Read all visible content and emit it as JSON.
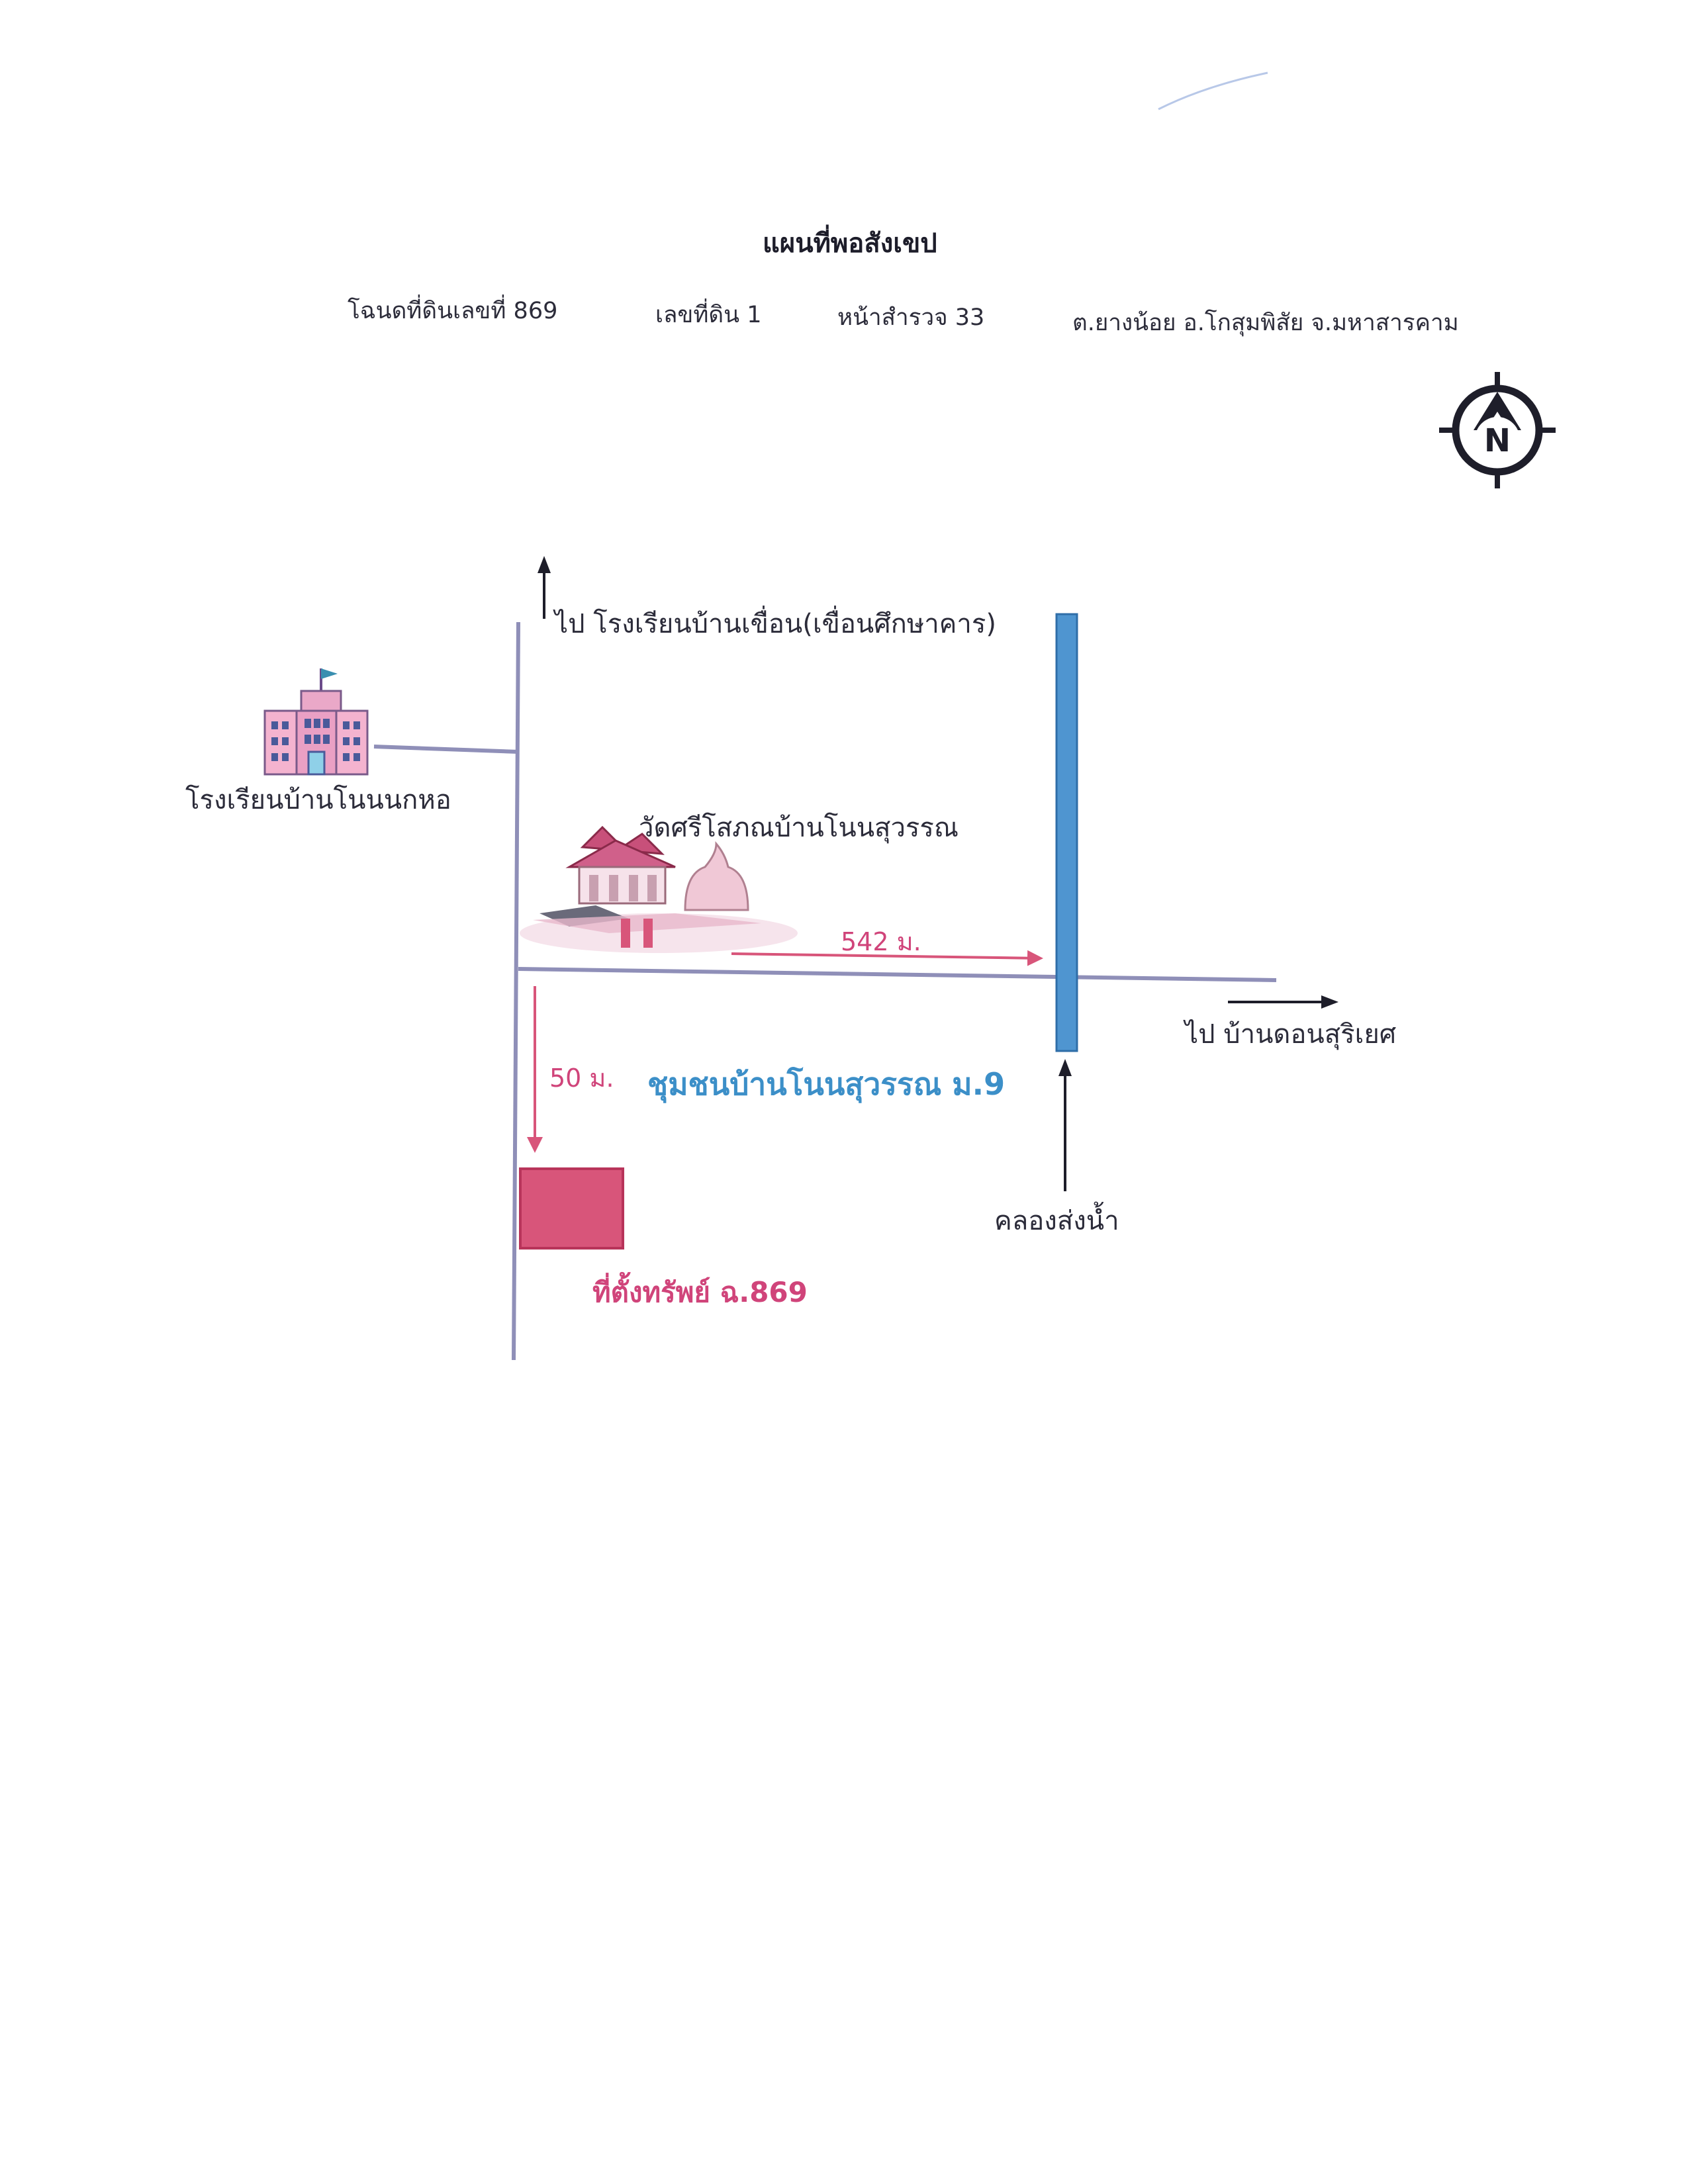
{
  "header": {
    "title": "แผนที่พอสังเขป",
    "deed": "โฉนดที่ดินเลขที่ 869",
    "land_no": "เลขที่ดิน 1",
    "survey_page": "หน้าสำรวจ 33",
    "location": "ต.ยางน้อย อ.โกสุมพิสัย จ.มหาสารคาม"
  },
  "compass": {
    "letter": "N",
    "icon": "north-compass-icon"
  },
  "labels": {
    "to_school_north": "ไป โรงเรียนบ้านเขื่อน(เขื่อนศึกษาคาร)",
    "school_west": "โรงเรียนบ้านโนนนกหอ",
    "temple": "วัดศรีโสภณบ้านโนนสุวรรณ",
    "distance_east": "542 ม.",
    "to_village_east": "ไป บ้านดอนสุริเยศ",
    "distance_south": "50 ม.",
    "community": "ชุมชนบ้านโนนสุวรรณ ม.9",
    "canal": "คลองส่งน้ำ",
    "property": "ที่ตั้งทรัพย์ ฉ.869"
  },
  "icons": {
    "school": "school-building-icon",
    "temple": "temple-icon"
  },
  "colors": {
    "road": "#8f8fb8",
    "canal": "#4f95d0",
    "property": "#d8557a",
    "pink_text": "#d0447a",
    "community_text": "#3c8fc8"
  }
}
